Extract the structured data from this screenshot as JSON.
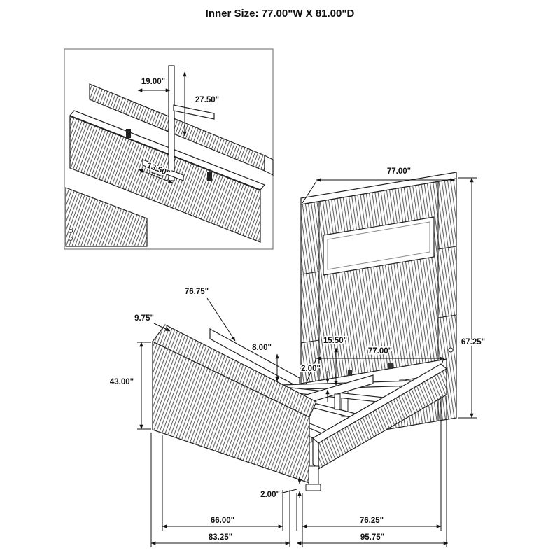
{
  "page": {
    "title": "Inner Size: 77.00\"W X 81.00\"D"
  },
  "inset_detail": {
    "bracket_offset": "19.00\"",
    "bracket_height": "27.50\"",
    "bracket_depth": "13.50\""
  },
  "dimensions": {
    "headboard_width": "77.00\"",
    "headboard_height": "67.25\"",
    "side_rail_length": "76.75\"",
    "rail_top_width": "9.75\"",
    "footboard_height": "43.00\"",
    "slat_gap": "8.00\"",
    "slat_spacing": "15.50\"",
    "inner_width": "77.00\"",
    "slat_thickness": "2.00\"",
    "leg_glide_height": "2.00\"",
    "footboard_inner_span": "66.00\"",
    "side_inner_span": "76.25\"",
    "footboard_outer_span": "83.25\"",
    "side_outer_span": "95.75\""
  }
}
